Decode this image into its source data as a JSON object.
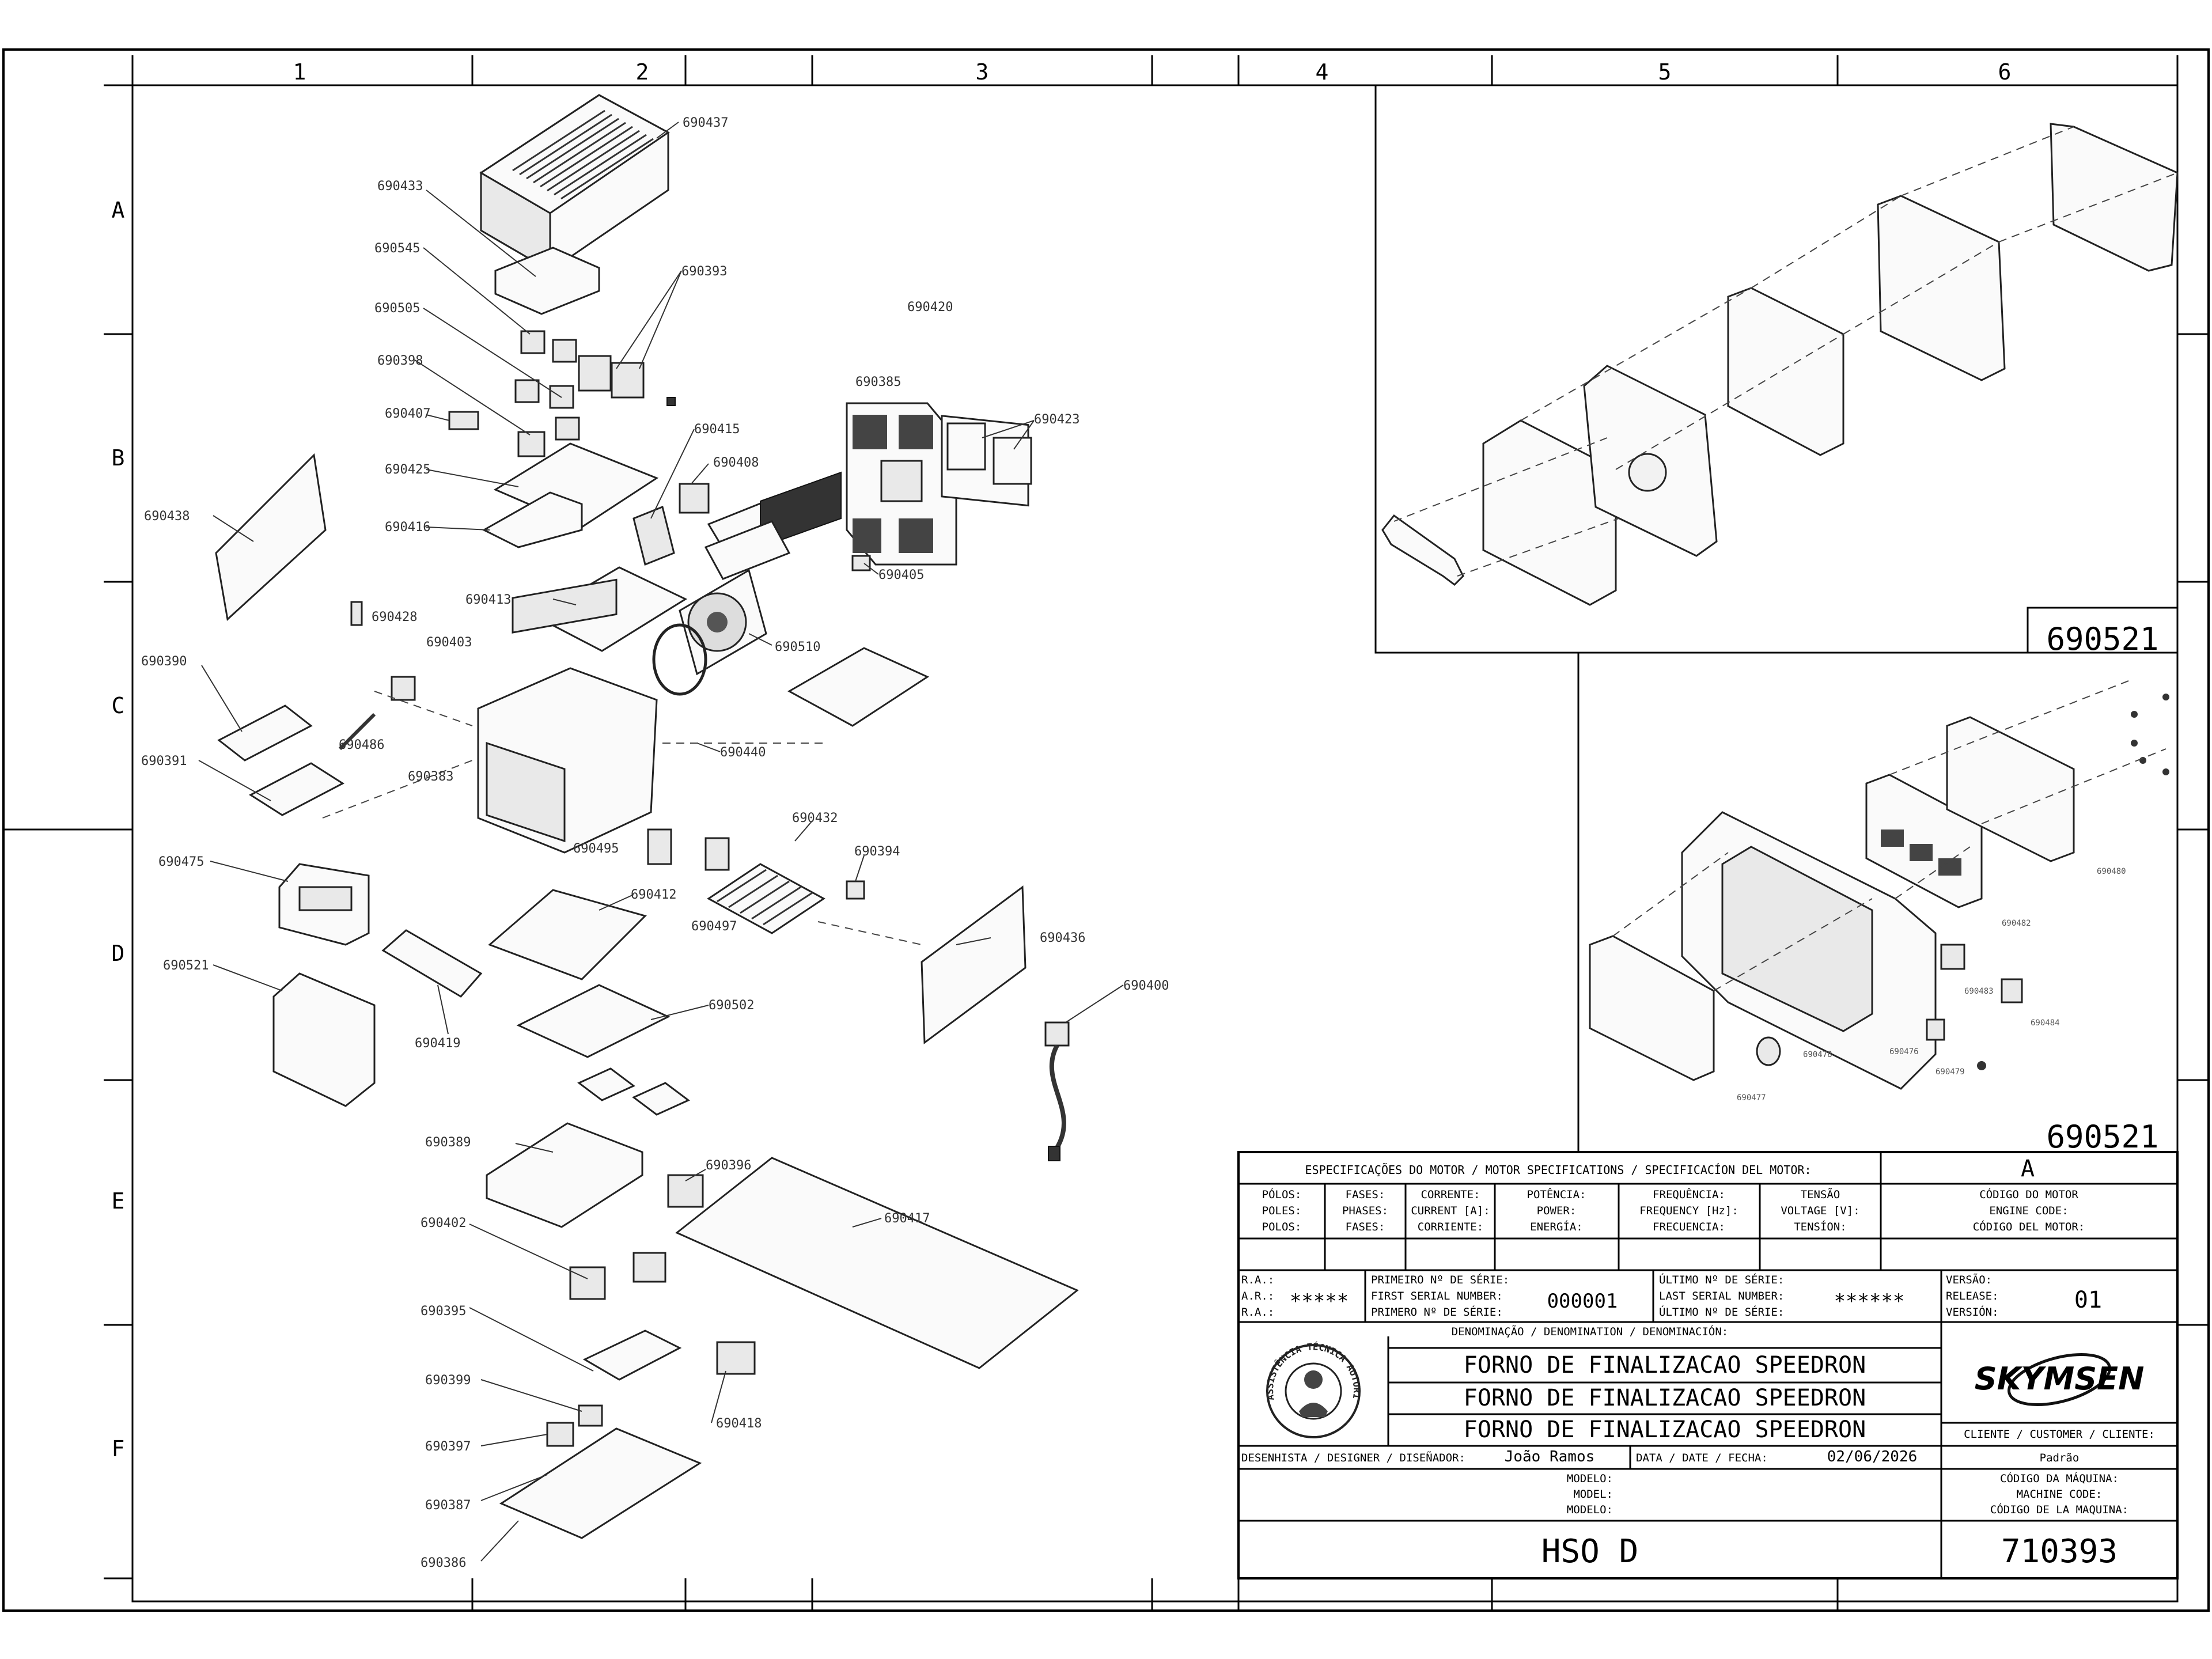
{
  "border": {
    "columns": [
      "1",
      "2",
      "3",
      "4",
      "5",
      "6"
    ],
    "rows": [
      "A",
      "B",
      "C",
      "D",
      "E",
      "F"
    ]
  },
  "callouts": {
    "p690437": "690437",
    "p690433": "690433",
    "p690545": "690545",
    "p690505": "690505",
    "p690398": "690398",
    "p690407": "690407",
    "p690425": "690425",
    "p690416": "690416",
    "p690393": "690393",
    "p690415": "690415",
    "p690408": "690408",
    "p690420": "690420",
    "p690385": "690385",
    "p690423": "690423",
    "p690405": "690405",
    "p690438": "690438",
    "p690413": "690413",
    "p690428": "690428",
    "p690403": "690403",
    "p690510": "690510",
    "p690390": "690390",
    "p690486": "690486",
    "p690383": "690383",
    "p690440": "690440",
    "p690391": "690391",
    "p690495": "690495",
    "p690432": "690432",
    "p690394": "690394",
    "p690475": "690475",
    "p690412": "690412",
    "p690497": "690497",
    "p690436": "690436",
    "p690521": "690521",
    "p690419": "690419",
    "p690502": "690502",
    "p690400": "690400",
    "p690389": "690389",
    "p690396": "690396",
    "p690417": "690417",
    "p690402": "690402",
    "p690395": "690395",
    "p690399": "690399",
    "p690418": "690418",
    "p690397": "690397",
    "p690387": "690387",
    "p690386": "690386",
    "d690480": "690480",
    "d690482": "690482",
    "d690483": "690483",
    "d690484": "690484",
    "d690476": "690476",
    "d690478": "690478",
    "d690479": "690479",
    "d690477": "690477"
  },
  "detail_views": {
    "top_ref": "690521",
    "bottom_ref": "690521"
  },
  "title_block": {
    "revision": "A",
    "motor_spec_header": "ESPECIFICAÇÕES DO MOTOR / MOTOR SPECIFICATIONS / SPECIFICACÍON DEL MOTOR:",
    "poles": [
      "PÓLOS:",
      "POLES:",
      "POLOS:"
    ],
    "phases": [
      "FASES:",
      "PHASES:",
      "FASES:"
    ],
    "current": [
      "CORRENTE:",
      "CURRENT [A]:",
      "CORRIENTE:"
    ],
    "power": [
      "POTÊNCIA:",
      "POWER:",
      "ENERGÍA:"
    ],
    "frequency": [
      "FREQUÊNCIA:",
      "FREQUENCY [Hz]:",
      "FRECUENCIA:"
    ],
    "voltage": [
      "TENSÃO",
      "VOLTAGE [V]:",
      "TENSÍON:"
    ],
    "engine_code": [
      "CÓDIGO DO MOTOR",
      "ENGINE CODE:",
      "CÓDIGO DEL MOTOR:"
    ],
    "ra": [
      "R.A.:",
      "A.R.:",
      "R.A.:"
    ],
    "ra_value": "*****",
    "first_serial": [
      "PRIMEIRO Nº DE SÉRIE:",
      "FIRST SERIAL NUMBER:",
      "PRIMERO Nº DE SÉRIE:"
    ],
    "first_serial_value": "000001",
    "last_serial": [
      "ÚLTIMO Nº DE SÉRIE:",
      "LAST SERIAL NUMBER:",
      "ÚLTIMO Nº DE SÉRIE:"
    ],
    "last_serial_value": "******",
    "version": [
      "VERSÃO:",
      "RELEASE:",
      "VERSIÓN:"
    ],
    "version_value": "01",
    "denomination_header": "DENOMINAÇÃO / DENOMINATION / DENOMINACIÓN:",
    "denomination": [
      "FORNO DE FINALIZACAO SPEEDRON",
      "FORNO DE FINALIZACAO SPEEDRON",
      "FORNO DE FINALIZACAO SPEEDRON"
    ],
    "seal_text": "ASSISTÊNCIA TÉCNICA AUTORIZADA",
    "brand": "SKYMSEN",
    "client_label": "CLIENTE / CUSTOMER / CLIENTE:",
    "client_value": "Padrão",
    "designer_label": "DESENHISTA / DESIGNER / DISEÑADOR:",
    "designer_value": "João Ramos",
    "date_label": "DATA / DATE / FECHA:",
    "date_value": "02/06/2026",
    "model_labels": [
      "MODELO:",
      "MODEL:",
      "MODELO:"
    ],
    "model_value": "HSO D",
    "machine_code_labels": [
      "CÓDIGO DA MÁQUINA:",
      "MACHINE CODE:",
      "CÓDIGO DE LA MAQUINA:"
    ],
    "machine_code_value": "710393"
  },
  "colors": {
    "line": "#222222",
    "paper": "#ffffff"
  }
}
